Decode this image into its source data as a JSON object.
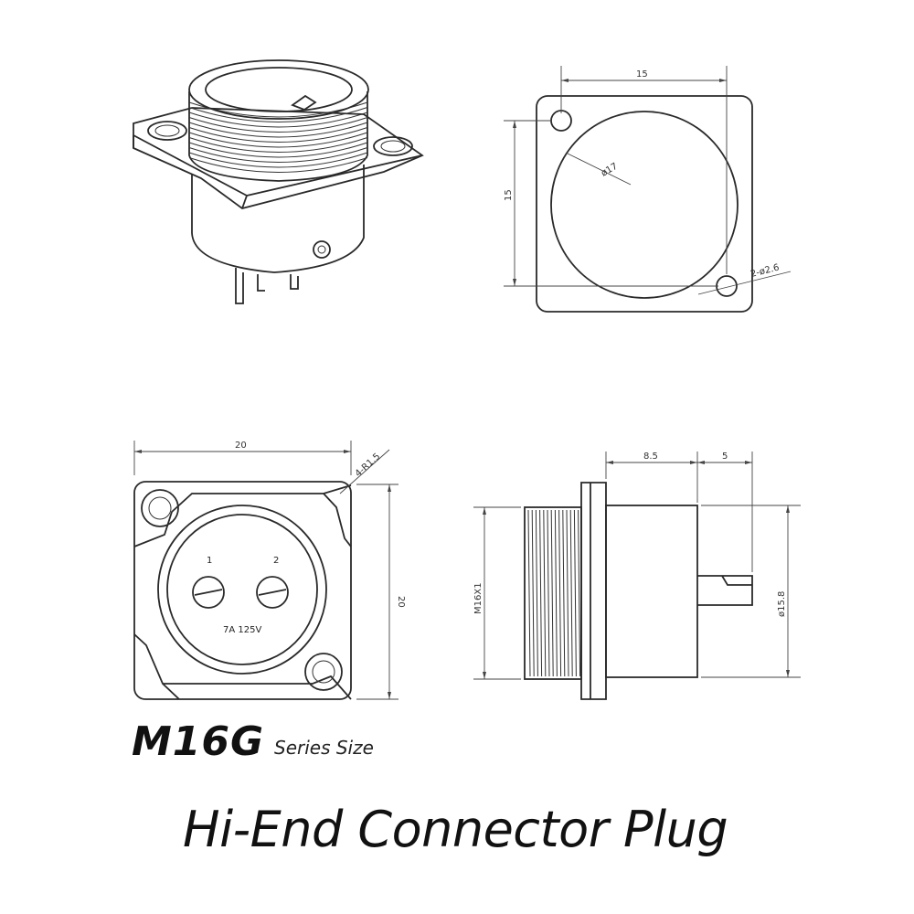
{
  "dimensions": {
    "front_width": "15",
    "front_height": "15",
    "front_bore": "ø17",
    "front_holes": "2-ø2.6",
    "face_width": "20",
    "face_height": "20",
    "face_corner_radius": "4-R1.5",
    "side_flange_depth": "8.5",
    "side_tail": "5",
    "side_thread": "M16X1",
    "side_body_dia": "ø15.8"
  },
  "face_labels": {
    "pin_1": "1",
    "pin_2": "2",
    "rating": "7A 125V"
  },
  "caption": {
    "model": "M16G",
    "series": "Series Size",
    "title": "Hi-End Connector Plug"
  }
}
